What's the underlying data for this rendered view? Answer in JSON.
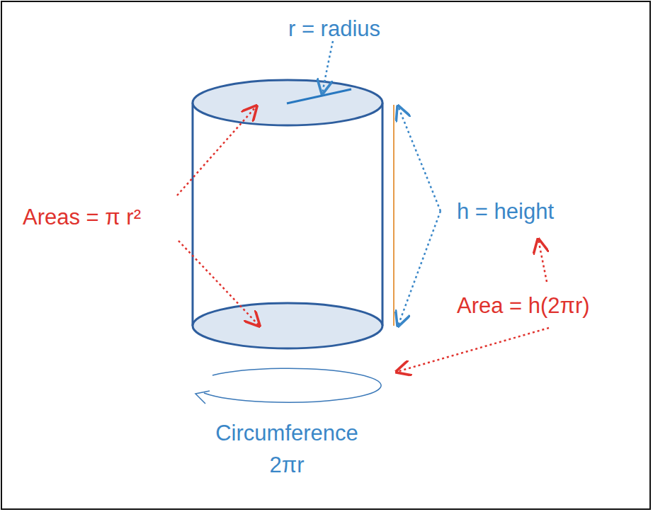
{
  "diagram": {
    "labels": [
      "r = radius",
      "Areas = π r²",
      "h = height",
      "Area = h(2πr)",
      "Circumference 2πr"
    ]
  }
}
